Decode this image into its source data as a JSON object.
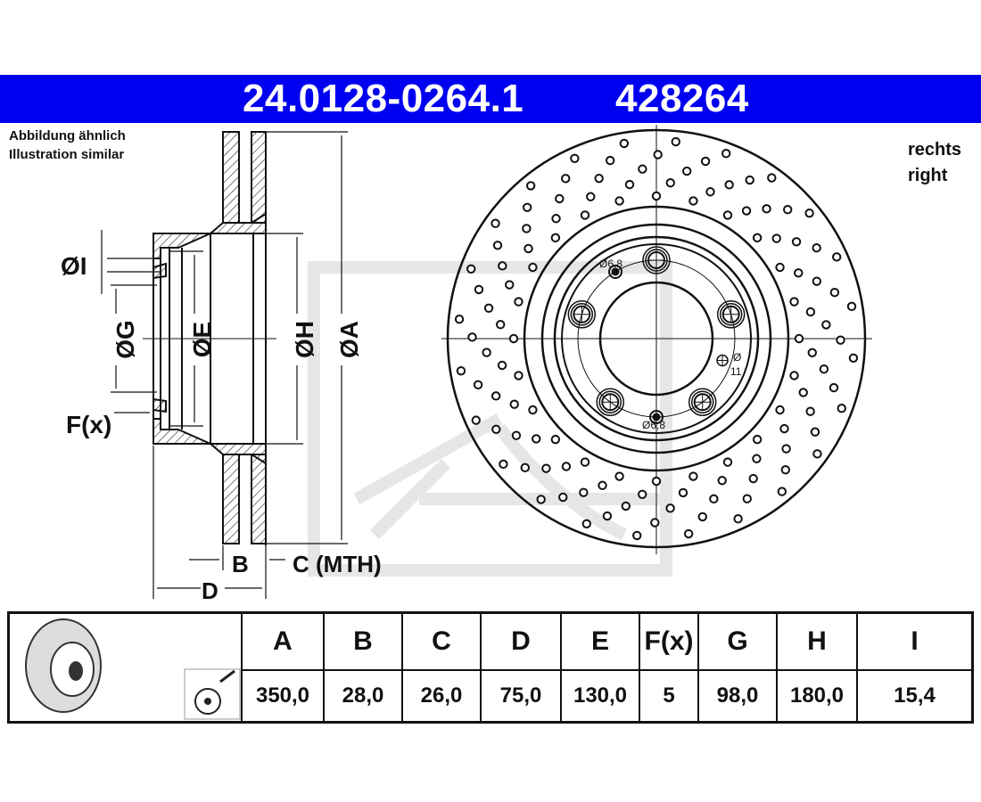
{
  "header": {
    "part_number": "24.0128-0264.1",
    "article_number": "428264"
  },
  "note": {
    "line1": "Abbildung ähnlich",
    "line2": "Illustration similar"
  },
  "side": {
    "line1": "rechts",
    "line2": "right"
  },
  "section_labels": {
    "I": "ØI",
    "G": "ØG",
    "E": "ØE",
    "H": "ØH",
    "A": "ØA",
    "F": "F(x)",
    "B": "B",
    "C": "C (MTH)",
    "D": "D"
  },
  "hole_labels": {
    "top": "Ø6,8",
    "bottom": "Ø6,8",
    "right_symbol": "Ø",
    "right_value": "11"
  },
  "colors": {
    "header": "#0000f0",
    "watermark": "#e6e6e6"
  },
  "table": {
    "headers": [
      "A",
      "B",
      "C",
      "D",
      "E",
      "F(x)",
      "G",
      "H",
      "I"
    ],
    "values": [
      "350,0",
      "28,0",
      "26,0",
      "75,0",
      "130,0",
      "5",
      "98,0",
      "180,0",
      "15,4"
    ]
  }
}
